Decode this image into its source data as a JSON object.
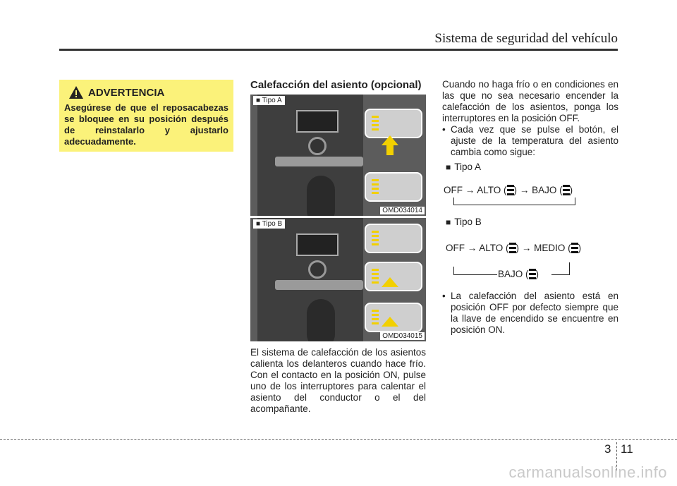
{
  "header": {
    "title": "Sistema de seguridad del vehículo"
  },
  "warning": {
    "title": "ADVERTENCIA",
    "body": "Asegúrese de que el reposacabezas se bloquee en su posición después de reinstalarlo y ajustarlo adecuadamente."
  },
  "section": {
    "title": "Calefacción del asiento (opcional)",
    "figure_a": {
      "label": "■ Tipo A",
      "code": "OMD034014"
    },
    "figure_b": {
      "label": "■ Tipo B",
      "code": "OMD034015"
    },
    "intro": "El sistema de calefacción de los asientos calienta los delanteros cuando hace frío. Con el contacto en la posición ON, pulse uno de los interruptores para calentar el asiento del conductor o el del acompañante."
  },
  "right": {
    "intro": "Cuando no haga frío o en condiciones en las que no sea necesario encender la calefacción de los asientos, ponga los interruptores en la posición OFF.",
    "bullet1": "Cada vez que se pulse el botón, el ajuste de la temperatura del asiento cambia como sigue:",
    "tipo_a": "Tipo A",
    "flow_a": {
      "off": "OFF",
      "alto": "ALTO (",
      "bajo": "BAJO (",
      "close": ")",
      "arrow": "→"
    },
    "tipo_b": "Tipo B",
    "flow_b": {
      "off": "OFF",
      "alto": "ALTO (",
      "medio": "MEDIO (",
      "bajo": "BAJO (",
      "close": ")",
      "arrow": "→"
    },
    "bullet2": "La calefacción del asiento está en posición OFF por defecto siempre que la llave de encendido se encuentre en posición ON."
  },
  "footer": {
    "section": "3",
    "page": "11"
  },
  "watermark": "carmanualsonline.info"
}
